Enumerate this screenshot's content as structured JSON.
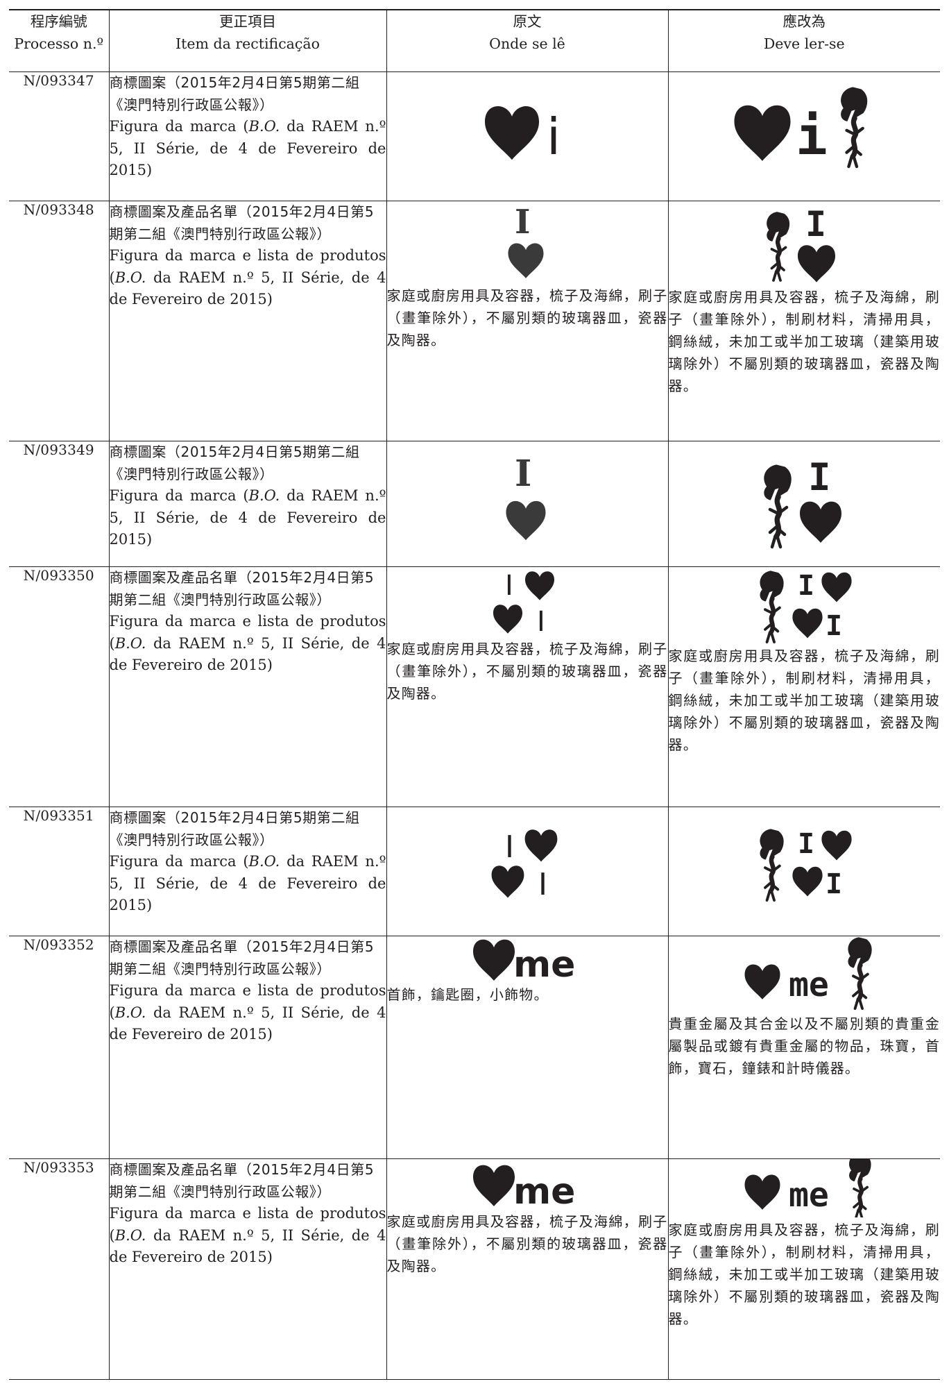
{
  "headers": {
    "col1": {
      "zh": "程序編號",
      "pt": "Processo n.º"
    },
    "col2": {
      "zh": "更正項目",
      "pt": "Item da rectificação"
    },
    "col3": {
      "zh": "原文",
      "pt": "Onde se lê"
    },
    "col4": {
      "zh": "應改為",
      "pt": "Deve ler-se"
    }
  },
  "rows": [
    {
      "processo": "N/093347",
      "item_zh": "商標圖案（2015年2月4日第5期第二組《澳門特別行政區公報》）",
      "item_pt_1": "Figura da marca (",
      "item_pt_2": " da RAEM n.º 5, II Série, de 4 de Fevereiro de 2015)"
    },
    {
      "processo": "N/093348",
      "item_zh": "商標圖案及產品名單（2015年2月4日第5期第二組《澳門特別行政區公報》）",
      "item_pt_1": "Figura da marca e lista de produtos (",
      "item_pt_2": " da RAEM n.º 5, II Série, de 4 de Fevereiro de 2015)",
      "original_goods": "家庭或廚房用具及容器，梳子及海綿，刷子（畫筆除外），不屬別類的玻璃器皿，瓷器及陶器。",
      "corrected_goods": "家庭或廚房用具及容器，梳子及海綿，刷子（畫筆除外），制刷材料，清掃用具，鋼絲絨，未加工或半加工玻璃（建築用玻璃除外）不屬別類的玻璃器皿，瓷器及陶器。"
    },
    {
      "processo": "N/093349",
      "item_zh": "商標圖案（2015年2月4日第5期第二組《澳門特別行政區公報》）",
      "item_pt_1": "Figura da marca (",
      "item_pt_2": " da RAEM n.º 5, II Série, de 4 de Fevereiro de 2015)"
    },
    {
      "processo": "N/093350",
      "item_zh": "商標圖案及產品名單（2015年2月4日第5期第二組《澳門特別行政區公報》）",
      "item_pt_1": "Figura da marca e lista de produtos (",
      "item_pt_2": " da RAEM n.º 5, II Série, de 4 de Fevereiro de 2015)",
      "original_goods": "家庭或廚房用具及容器，梳子及海綿，刷子（畫筆除外），不屬別類的玻璃器皿，瓷器及陶器。",
      "corrected_goods": "家庭或廚房用具及容器，梳子及海綿，刷子（畫筆除外），制刷材料，清掃用具，鋼絲絨，未加工或半加工玻璃（建築用玻璃除外）不屬別類的玻璃器皿，瓷器及陶器。"
    },
    {
      "processo": "N/093351",
      "item_zh": "商標圖案（2015年2月4日第5期第二組《澳門特別行政區公報》）",
      "item_pt_1": "Figura da marca (",
      "item_pt_2": " da RAEM n.º 5, II Série, de 4 de Fevereiro de 2015)"
    },
    {
      "processo": "N/093352",
      "item_zh": "商標圖案及產品名單（2015年2月4日第5期第二組《澳門特別行政區公報》）",
      "item_pt_1": "Figura da marca e lista de produtos (",
      "item_pt_2": " da RAEM n.º 5, II Série, de 4 de Fevereiro de 2015)",
      "original_goods": "首飾，鑰匙圈，小飾物。",
      "corrected_goods": "貴重金屬及其合金以及不屬別類的貴重金屬製品或鍍有貴重金屬的物品，珠寶，首飾，寶石，鐘錶和計時儀器。"
    },
    {
      "processo": "N/093353",
      "item_zh": "商標圖案及產品名單（2015年2月4日第5期第二組《澳門特別行政區公報》）",
      "item_pt_1": "Figura da marca e lista de produtos (",
      "item_pt_2": " da RAEM n.º 5, II Série, de 4 de Fevereiro de 2015)",
      "original_goods": "家庭或廚房用具及容器，梳子及海綿，刷子（畫筆除外），不屬別類的玻璃器皿，瓷器及陶器。",
      "corrected_goods": "家庭或廚房用具及容器，梳子及海綿，刷子（畫筆除外），制刷材料，清掃用具，鋼絲絨，未加工或半加工玻璃（建築用玻璃除外）不屬別類的玻璃器皿，瓷器及陶器。"
    }
  ],
  "bo_abbrev": "B.O.",
  "logos": {
    "letter_i": "i",
    "letter_I": "I",
    "word_me": "me"
  }
}
